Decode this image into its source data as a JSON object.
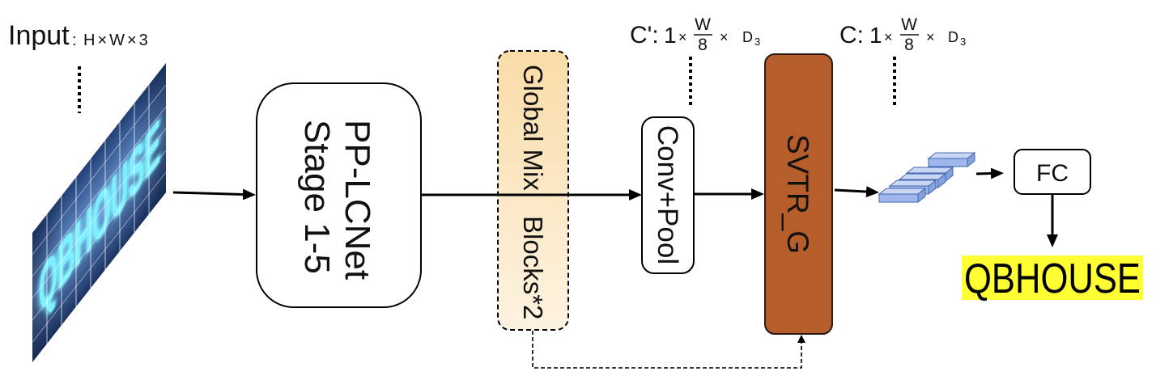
{
  "input": {
    "label": "Input",
    "colon": ":",
    "dims": "H×W×3",
    "image_text": "QBHOUSE"
  },
  "pplcnet": {
    "line1": "PP-LCNet",
    "line2": "Stage 1-5"
  },
  "global_mix": {
    "line1": "Global Mix",
    "line2": "Blocks*2"
  },
  "conv_pool": {
    "label": "Conv+Pool"
  },
  "shape_after_conv": {
    "name": "C':",
    "coef": "1",
    "times": "×",
    "num": "W",
    "den": "8",
    "times2": "×",
    "dim": "D",
    "sub": "3"
  },
  "svtr_g": {
    "label": "SVTR_G"
  },
  "shape_after_svtr": {
    "name": "C:",
    "coef": "1",
    "times": "×",
    "num": "W",
    "den": "8",
    "times2": "×",
    "dim": "D",
    "sub": "3"
  },
  "fc": {
    "label": "FC"
  },
  "output": {
    "text": "QBHOUSE"
  },
  "colors": {
    "line": "#000000",
    "svtr_fill": "#b55e2b",
    "global_mix_top": "#f9dca8",
    "global_mix_bottom": "#fdf3e1",
    "highlight": "#ffff33",
    "block_front": "#9fb7ea",
    "block_top": "#c9d7f5",
    "block_side": "#86a1dc",
    "block_stroke": "#4467b0",
    "glow_text": "#7ef0ff"
  }
}
